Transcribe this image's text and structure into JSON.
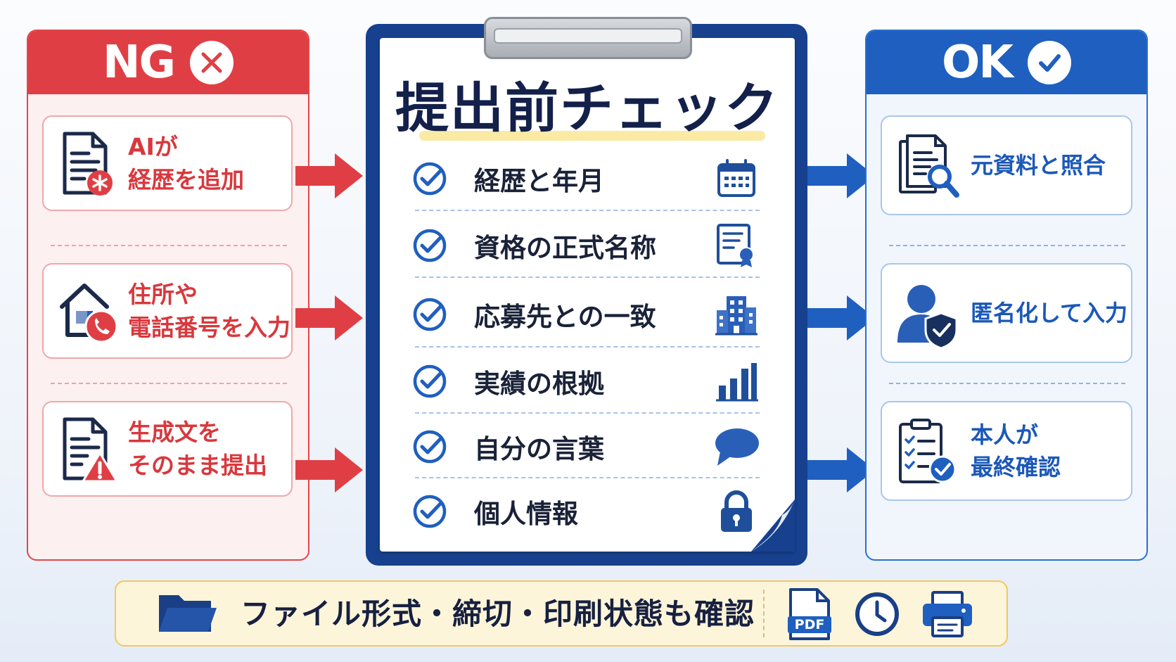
{
  "ng": {
    "header": "NG",
    "items": [
      {
        "line1": "AIが",
        "line2": "経歴を追加"
      },
      {
        "line1": "住所や",
        "line2": "電話番号を入力"
      },
      {
        "line1": "生成文を",
        "line2": "そのまま提出"
      }
    ]
  },
  "checklist": {
    "title": "提出前チェック",
    "items": [
      {
        "label": "経歴と年月",
        "icon": "calendar-icon"
      },
      {
        "label": "資格の正式名称",
        "icon": "certificate-icon"
      },
      {
        "label": "応募先との一致",
        "icon": "building-icon"
      },
      {
        "label": "実績の根拠",
        "icon": "bar-chart-icon"
      },
      {
        "label": "自分の言葉",
        "icon": "speech-bubble-icon"
      },
      {
        "label": "個人情報",
        "icon": "lock-icon"
      }
    ]
  },
  "ok": {
    "header": "OK",
    "items": [
      {
        "line1": "元資料と照合",
        "line2": ""
      },
      {
        "line1": "匿名化して入力",
        "line2": ""
      },
      {
        "line1": "本人が",
        "line2": "最終確認"
      }
    ]
  },
  "bottom": {
    "text": "ファイル形式・締切・印刷状態も確認",
    "pdf_label": "PDF",
    "icons": [
      "folder-icon",
      "pdf-icon",
      "clock-icon",
      "printer-icon"
    ]
  },
  "colors": {
    "ng_red": "#df3f44",
    "ok_blue": "#1f5fbf",
    "clipboard_navy": "#17418e",
    "check_blue": "#1f5fbf",
    "bottom_yellow": "#f1c861"
  }
}
